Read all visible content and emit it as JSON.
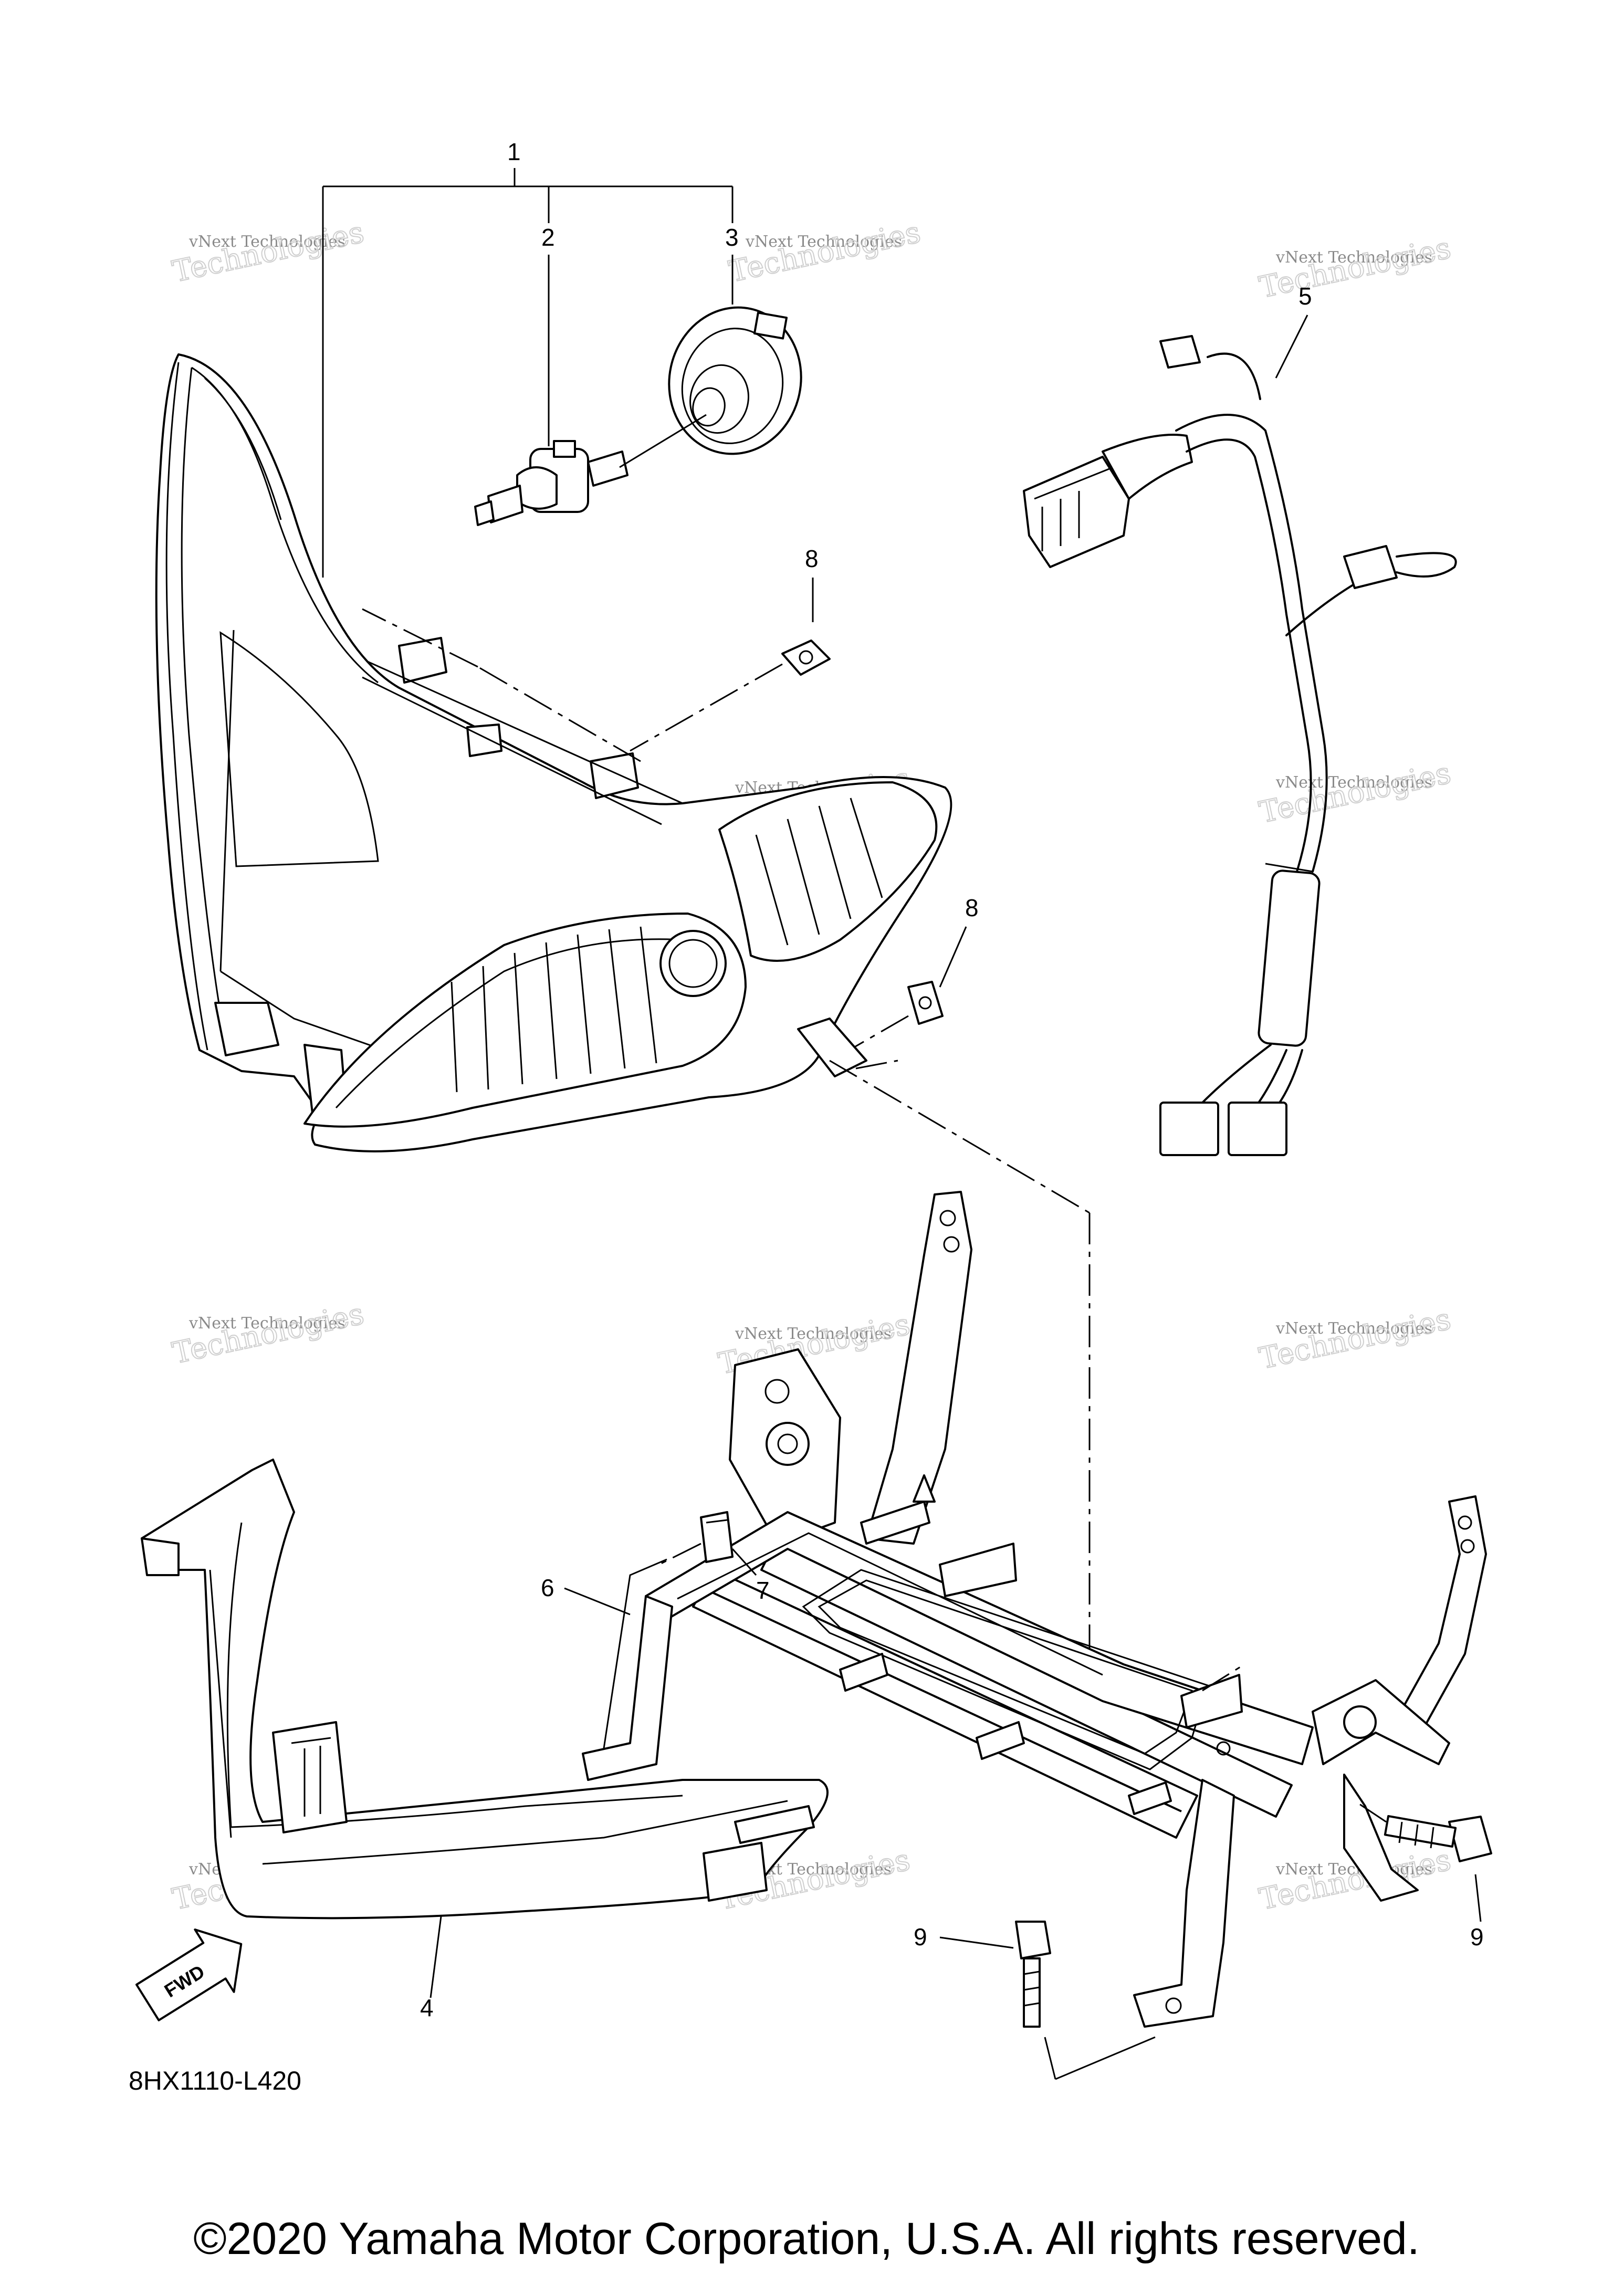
{
  "diagram": {
    "callouts": [
      "1",
      "2",
      "3",
      "4",
      "5",
      "6",
      "7",
      "8",
      "8",
      "9",
      "9"
    ],
    "drawing_code": "8HX1110-L420",
    "fwd_label": "FWD",
    "watermark": {
      "line1": "vNext Technologies",
      "line2": "Technologies"
    },
    "parts_depicted": [
      "headlight-assembly",
      "headlight-bulb",
      "bulb-socket-cover",
      "headlight-cowling-stay",
      "wiring-harness",
      "headlight-bracket",
      "damper",
      "speed-nut",
      "bolt"
    ]
  },
  "footer": {
    "copyright": "©2020 Yamaha Motor Corporation, U.S.A. All rights reserved."
  }
}
